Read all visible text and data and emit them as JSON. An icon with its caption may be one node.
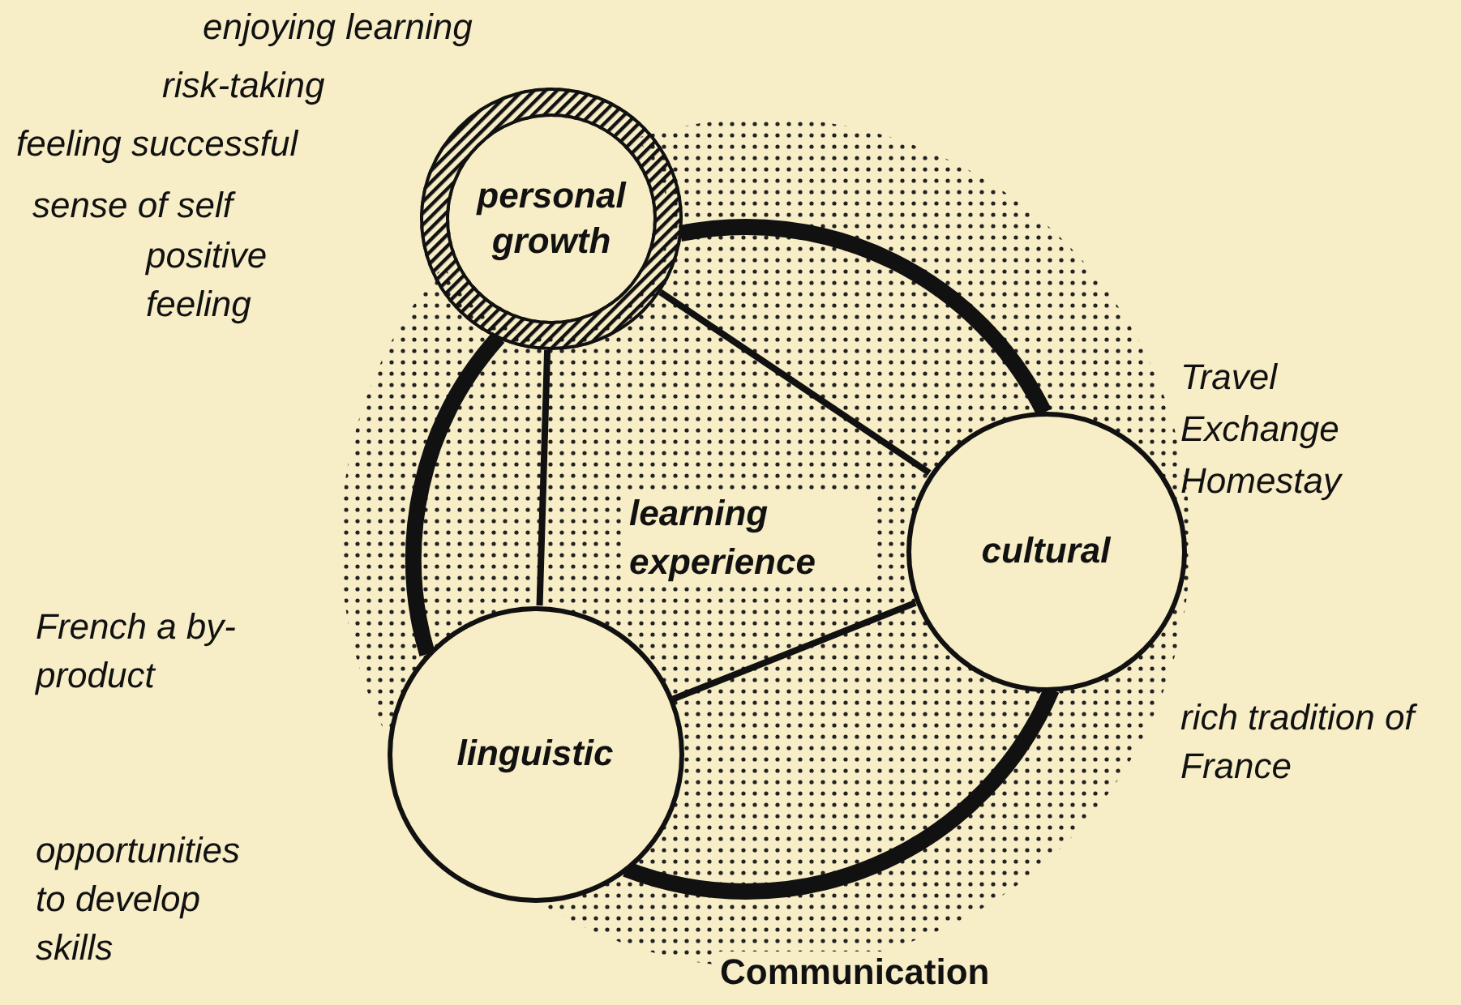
{
  "diagram": {
    "nodes": [
      {
        "text": [
          "Communication"
        ]
      },
      {
        "text": [
          "personal growth"
        ],
        "in": 0
      },
      {
        "text": [
          "cultural"
        ],
        "in": 0
      },
      {
        "text": [
          "linguistic"
        ],
        "in": 0
      }
    ],
    "edges": [
      {
        "from": 1,
        "to": 2,
        "arrow": "none"
      },
      {
        "from": 1,
        "to": 3,
        "arrow": "none"
      },
      {
        "from": 3,
        "to": 2,
        "arrow": "none"
      },
      {
        "from": 1,
        "to": 2,
        "arrow": "none",
        "style": "thick"
      },
      {
        "from": 2,
        "to": 3,
        "arrow": "none",
        "style": "thick"
      },
      {
        "from": 3,
        "to": 1,
        "arrow": "none",
        "style": "thick"
      }
    ],
    "labels": [
      "enjoying learning",
      "risk-taking",
      "feeling successful",
      "sense of self",
      "positive feeling",
      "learning experience",
      "Travel",
      "Exchange",
      "Homestay",
      "French a by-product",
      "rich tradition of France",
      "opportunities to develop skills"
    ]
  }
}
